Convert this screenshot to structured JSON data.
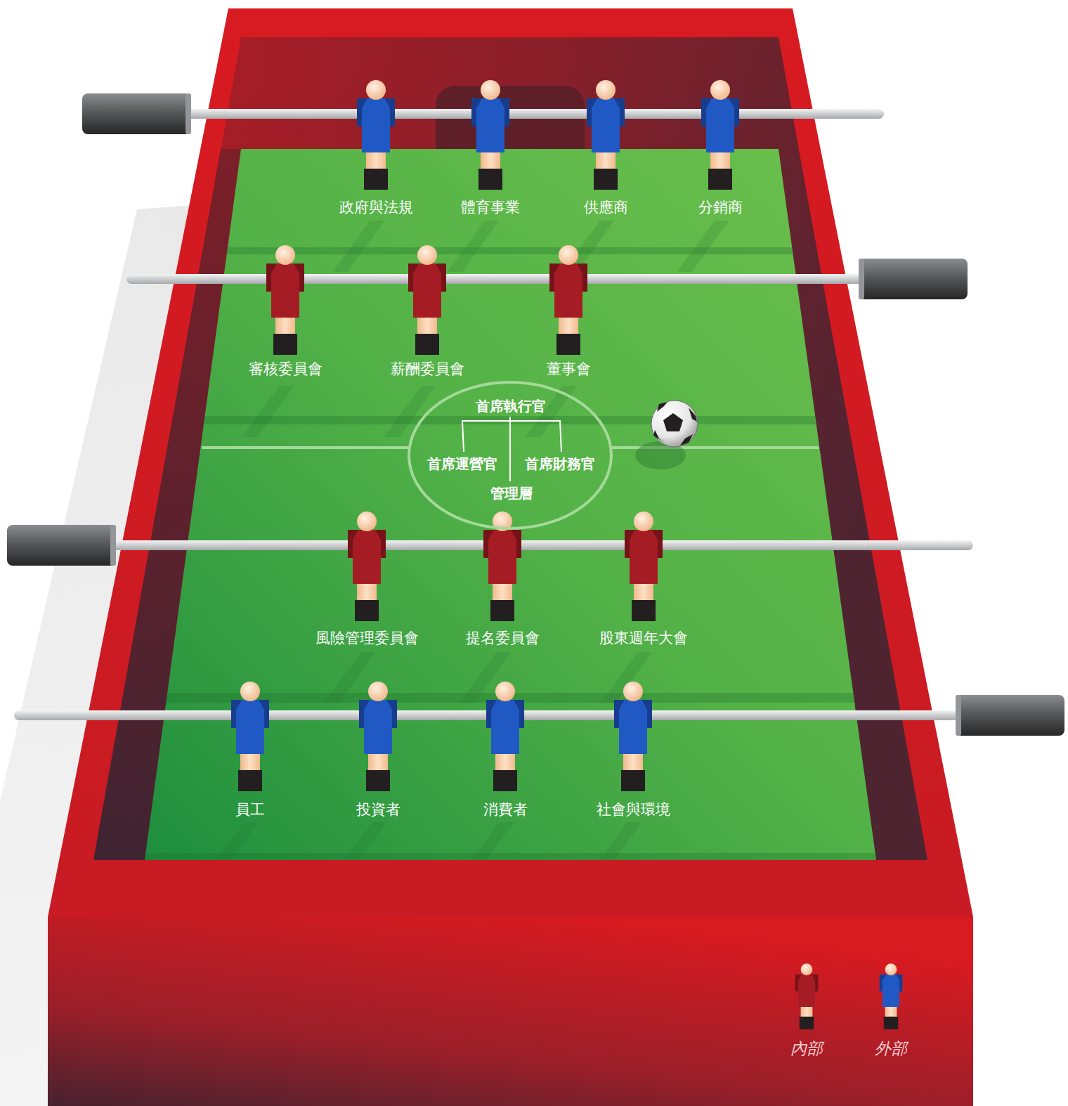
{
  "diagram": {
    "nodes": [
      {
        "text": [
          "首席執行官",
          "首席運營官",
          "首席財務官",
          "管理層"
        ]
      }
    ],
    "labels": [
      "政府與法規",
      "體育事業",
      "供應商",
      "分銷商",
      "審核委員會",
      "薪酬委員會",
      "董事會",
      "風險管理委員會",
      "提名委員會",
      "股東週年大會",
      "員工",
      "投資者",
      "消費者",
      "社會與環境"
    ],
    "legend": [
      {
        "text": "內部"
      },
      {
        "text": "外部"
      }
    ]
  }
}
